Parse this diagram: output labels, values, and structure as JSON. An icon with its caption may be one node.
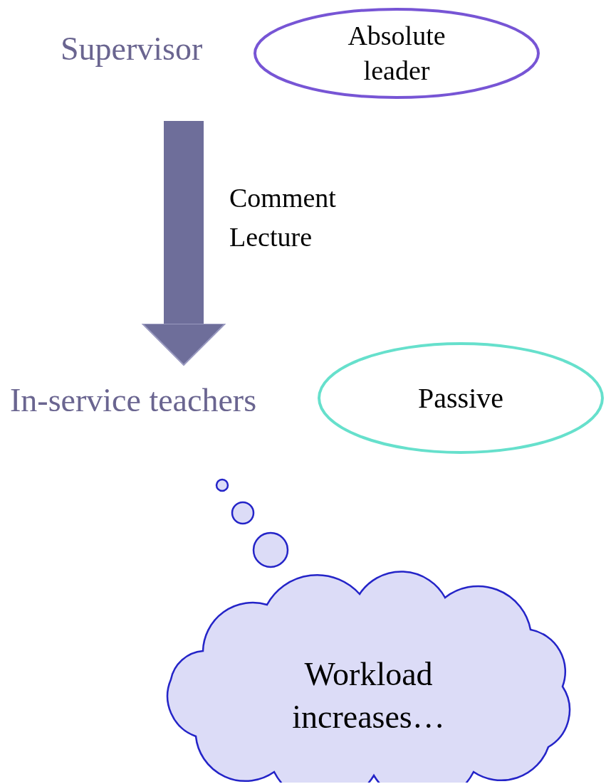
{
  "diagram": {
    "nodes": [
      {
        "text": [
          "Supervisor"
        ]
      },
      {
        "text": [
          "Absolute leader"
        ]
      },
      {
        "text": [
          "In-service teachers"
        ]
      },
      {
        "text": [
          "Passive"
        ]
      },
      {
        "text": [
          "Workload increases…"
        ]
      }
    ],
    "edges": [
      {
        "from": 0,
        "to": 2,
        "arrow": "to",
        "label": "Comment Lecture"
      }
    ]
  }
}
